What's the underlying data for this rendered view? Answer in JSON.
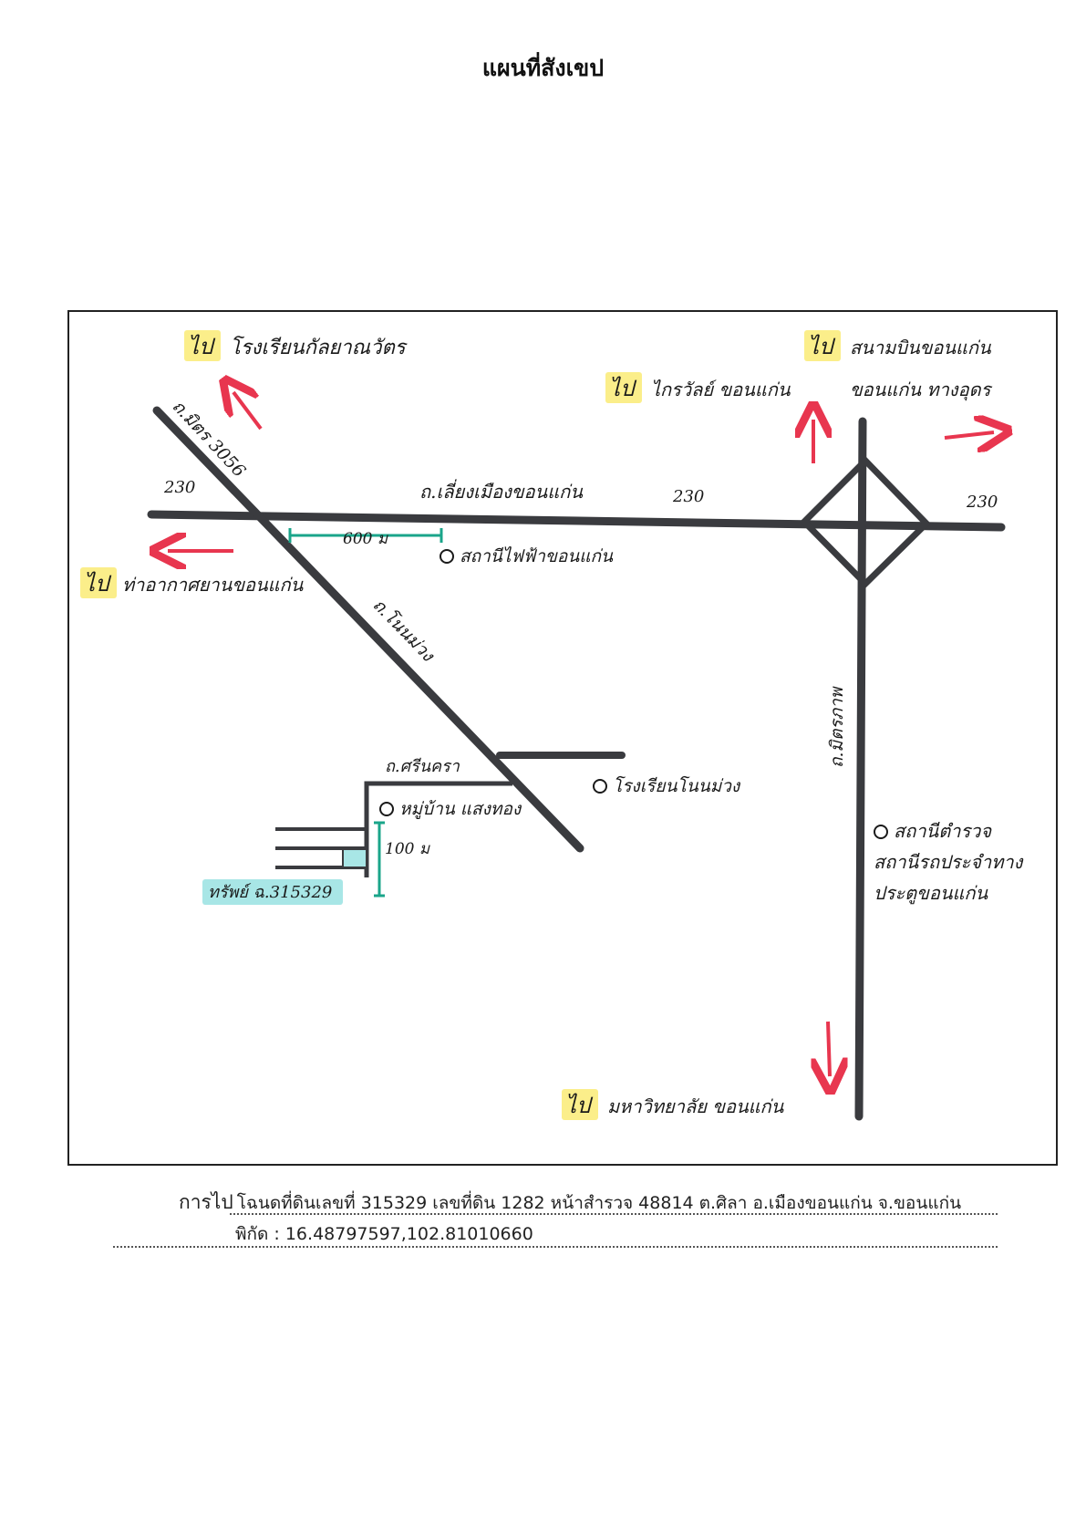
{
  "title": "แผนที่สังเขป",
  "map": {
    "labels": {
      "to_prefix": "ไป",
      "dest_top_left": "โรงเรียนกัลยาณวัตร",
      "dest_top_mid": "ไกรวัลย์ ขอนแก่น",
      "dest_top_right_1": "สนามบินขอนแก่น",
      "dest_top_right_2": "ขอนแก่น ทางอุดร",
      "dest_left": "ท่าอากาศยานขอนแก่น",
      "dest_bottom": "มหาวิทยาลัย ขอนแก่น",
      "road_diag": "ถ.มิตร 3056",
      "road_diag_2": "ถ.โนนม่วง",
      "road_main": "ถ.เลี่ยงเมืองขอนแก่น",
      "road_side": "ถ.ศรีนครา",
      "road_vertical": "ถ.มิตรภาพ",
      "route_230_a": "230",
      "route_230_b": "230",
      "route_230_c": "230",
      "dist_600": "600 ม",
      "dist_100": "100 ม",
      "poi_station": "สถานีไฟฟ้าขอนแก่น",
      "poi_school": "โรงเรียนโนนม่วง",
      "poi_village": "หมู่บ้าน แสงทอง",
      "poi_hospital_1": "สถานีตำรวจ",
      "poi_hospital_2": "สถานีรถประจำทาง",
      "poi_hospital_3": "ประตูขอนแก่น",
      "parcel_label": "ทรัพย์ ฉ.315329"
    },
    "colors": {
      "road": "#3a3b3f",
      "arrow": "#e8364f",
      "distance": "#1aa58a",
      "highlight_yellow": "#fbee8a",
      "highlight_cyan": "#a8e6e6"
    }
  },
  "caption": {
    "line1_prefix": "การไป",
    "line1_text": "โฉนดที่ดินเลขที่ 315329 เลขที่ดิน 1282 หน้าสำรวจ 48814 ต.ศิลา อ.เมืองขอนแก่น จ.ขอนแก่น",
    "line2_text": "พิกัด : 16.48797597,102.81010660"
  }
}
